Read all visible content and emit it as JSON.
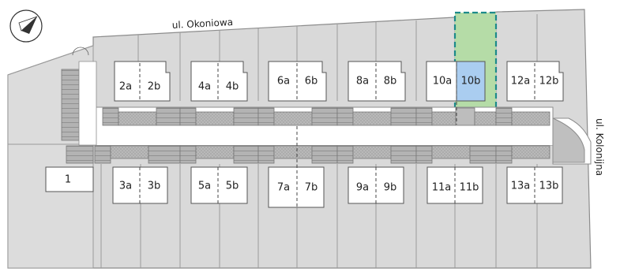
{
  "streets": {
    "north": "ul. Okoniowa",
    "east": "ul. Kolonijna"
  },
  "compass": {
    "icon": "north-arrow-icon"
  },
  "colors": {
    "plot": "#d9d9d9",
    "plot_line": "#9a9a9a",
    "road": "#ffffff",
    "parking": "#b5b5b5",
    "selected_plot": "#b5dca7",
    "selected_unit": "#aacdf0",
    "selected_border": "#1c8a8a"
  },
  "selected_unit": "10b",
  "units": {
    "u1": "1",
    "u2a": "2a",
    "u2b": "2b",
    "u3a": "3a",
    "u3b": "3b",
    "u4a": "4a",
    "u4b": "4b",
    "u5a": "5a",
    "u5b": "5b",
    "u6a": "6a",
    "u6b": "6b",
    "u7a": "7a",
    "u7b": "7b",
    "u8a": "8a",
    "u8b": "8b",
    "u9a": "9a",
    "u9b": "9b",
    "u10a": "10a",
    "u10b": "10b",
    "u11a": "11a",
    "u11b": "11b",
    "u12a": "12a",
    "u12b": "12b",
    "u13a": "13a",
    "u13b": "13b"
  }
}
